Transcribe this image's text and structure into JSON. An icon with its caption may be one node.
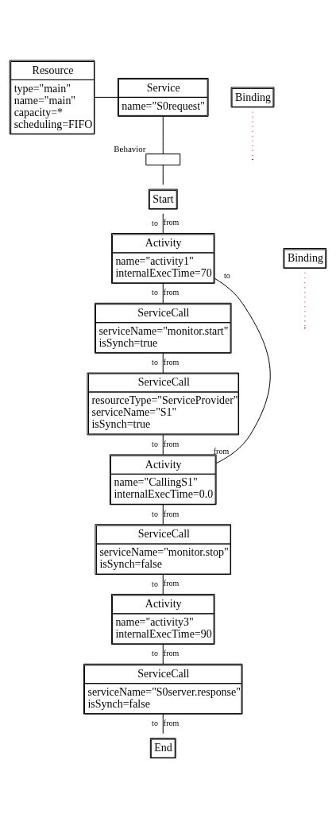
{
  "diagram": {
    "nodes": [
      {
        "text": [
          "Resource",
          "type=\"main\"",
          "name=\"main\"",
          "capacity=*",
          "scheduling=FIFO"
        ]
      },
      {
        "text": [
          "Service",
          "name=\"S0request\""
        ]
      },
      {
        "text": [],
        "shape": "box",
        "beside": [
          "Behavior"
        ]
      },
      {
        "text": [
          "Start"
        ]
      },
      {
        "text": [
          "Binding"
        ]
      },
      {
        "text": [
          "Activity",
          "name=\"activity1\"",
          "internalExecTime=70"
        ]
      },
      {
        "text": [
          "ServiceCall",
          "serviceName=\"monitor.start\"",
          "isSynch=true"
        ]
      },
      {
        "text": [
          "ServiceCall",
          "resourceType=\"ServiceProvider\"",
          "serviceName=\"S1\"",
          "isSynch=true"
        ]
      },
      {
        "text": [
          "Activity",
          "name=\"CallingS1\"",
          "internalExecTime=0.0"
        ]
      },
      {
        "text": [
          "Binding"
        ]
      },
      {
        "text": [
          "ServiceCall",
          "serviceName=\"monitor.stop\"",
          "isSynch=false"
        ]
      },
      {
        "text": [
          "Activity",
          "name=\"activity3\"",
          "internalExecTime=90"
        ]
      },
      {
        "text": [
          "ServiceCall",
          "serviceName=\"S0server.response\"",
          "isSynch=false"
        ]
      },
      {
        "text": [
          "End"
        ]
      }
    ],
    "edges": [
      {
        "from": 0,
        "to": 1,
        "arrow": "none"
      },
      {
        "from": 1,
        "to": 2,
        "arrow": "none"
      },
      {
        "from": 2,
        "to": 3,
        "arrow": "none"
      },
      {
        "from": 3,
        "to": 5,
        "arrow": "none"
      },
      {
        "from": 4,
        "to": null,
        "arrow": "none",
        "style": "dashed",
        "color": "#ff0000"
      },
      {
        "from": 5,
        "to": 6,
        "arrow": "none"
      },
      {
        "from": 6,
        "to": 7,
        "arrow": "none"
      },
      {
        "from": 7,
        "to": 8,
        "arrow": "none"
      },
      {
        "from": 8,
        "to": 5,
        "arrow": "none"
      },
      {
        "from": 9,
        "to": null,
        "arrow": "none",
        "style": "dashed",
        "color": "#ff0000"
      },
      {
        "from": 8,
        "to": 10,
        "arrow": "none"
      },
      {
        "from": 10,
        "to": 11,
        "arrow": "none"
      },
      {
        "from": 11,
        "to": 12,
        "arrow": "none"
      },
      {
        "from": 12,
        "to": 13,
        "arrow": "none"
      }
    ],
    "labels": [
      "from",
      "to",
      "to",
      "from",
      "to",
      "from",
      "to",
      "from",
      "to",
      "from",
      "from",
      "to",
      "from",
      "to",
      "from",
      "to",
      "from",
      "to"
    ]
  }
}
